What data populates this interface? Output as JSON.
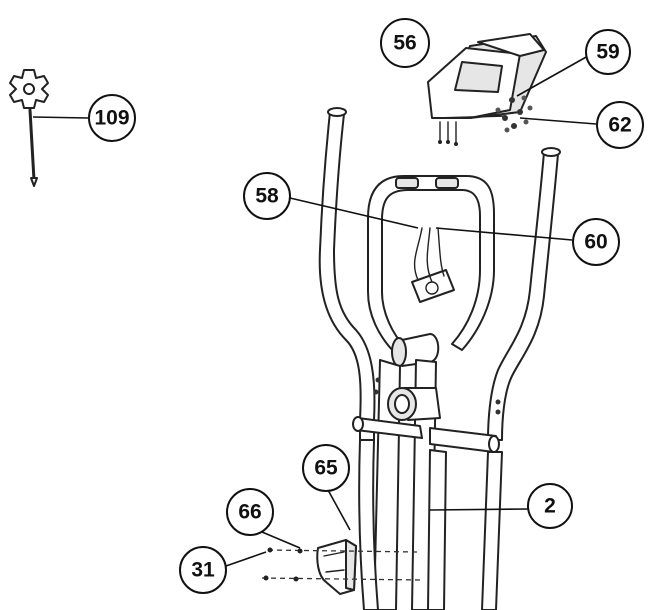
{
  "callouts": {
    "c109": "109",
    "c56": "56",
    "c59": "59",
    "c62": "62",
    "c58": "58",
    "c60": "60",
    "c2": "2",
    "c65": "65",
    "c66": "66",
    "c31": "31"
  }
}
